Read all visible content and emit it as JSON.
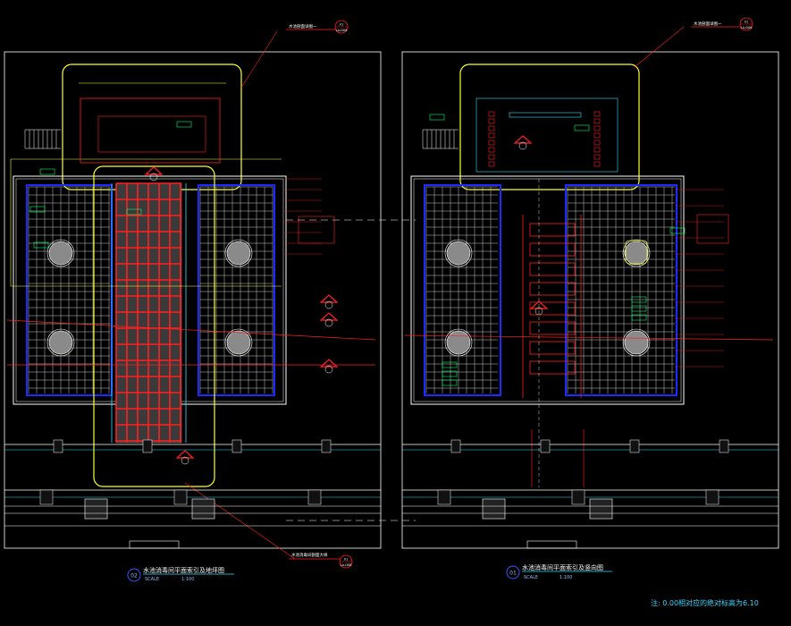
{
  "drawing": {
    "left_sheet": {
      "number": "02",
      "title": "水池消毒间平面索引及地坪图",
      "scale_label": "SCALE",
      "scale_value": "1:100",
      "top_callout": "水池剖面详图一",
      "top_ref_num": "01",
      "top_ref_sheet": "LA-D06",
      "bottom_callout": "水池消毒间剖面大样",
      "bottom_ref_num": "01",
      "bottom_ref_sheet": "LA-D06"
    },
    "right_sheet": {
      "number": "01",
      "title": "水池消毒间平面索引及竖向图",
      "scale_label": "SCALE",
      "scale_value": "1:100",
      "top_callout": "水池剖面详图一",
      "top_ref_num": "01",
      "top_ref_sheet": "LA-D06"
    },
    "footer_note": "注: 0.00相对应的绝对标高为6.10",
    "colors": {
      "background": "#000000",
      "wall": "#ffffff",
      "grid": "#c8c8c8",
      "pool_edge": "#1a2bff",
      "yellow": "#ffff33",
      "red": "#ff2020",
      "cyan": "#33e0ff",
      "green": "#00ff66",
      "column_fill": "#8a8a8a"
    }
  }
}
